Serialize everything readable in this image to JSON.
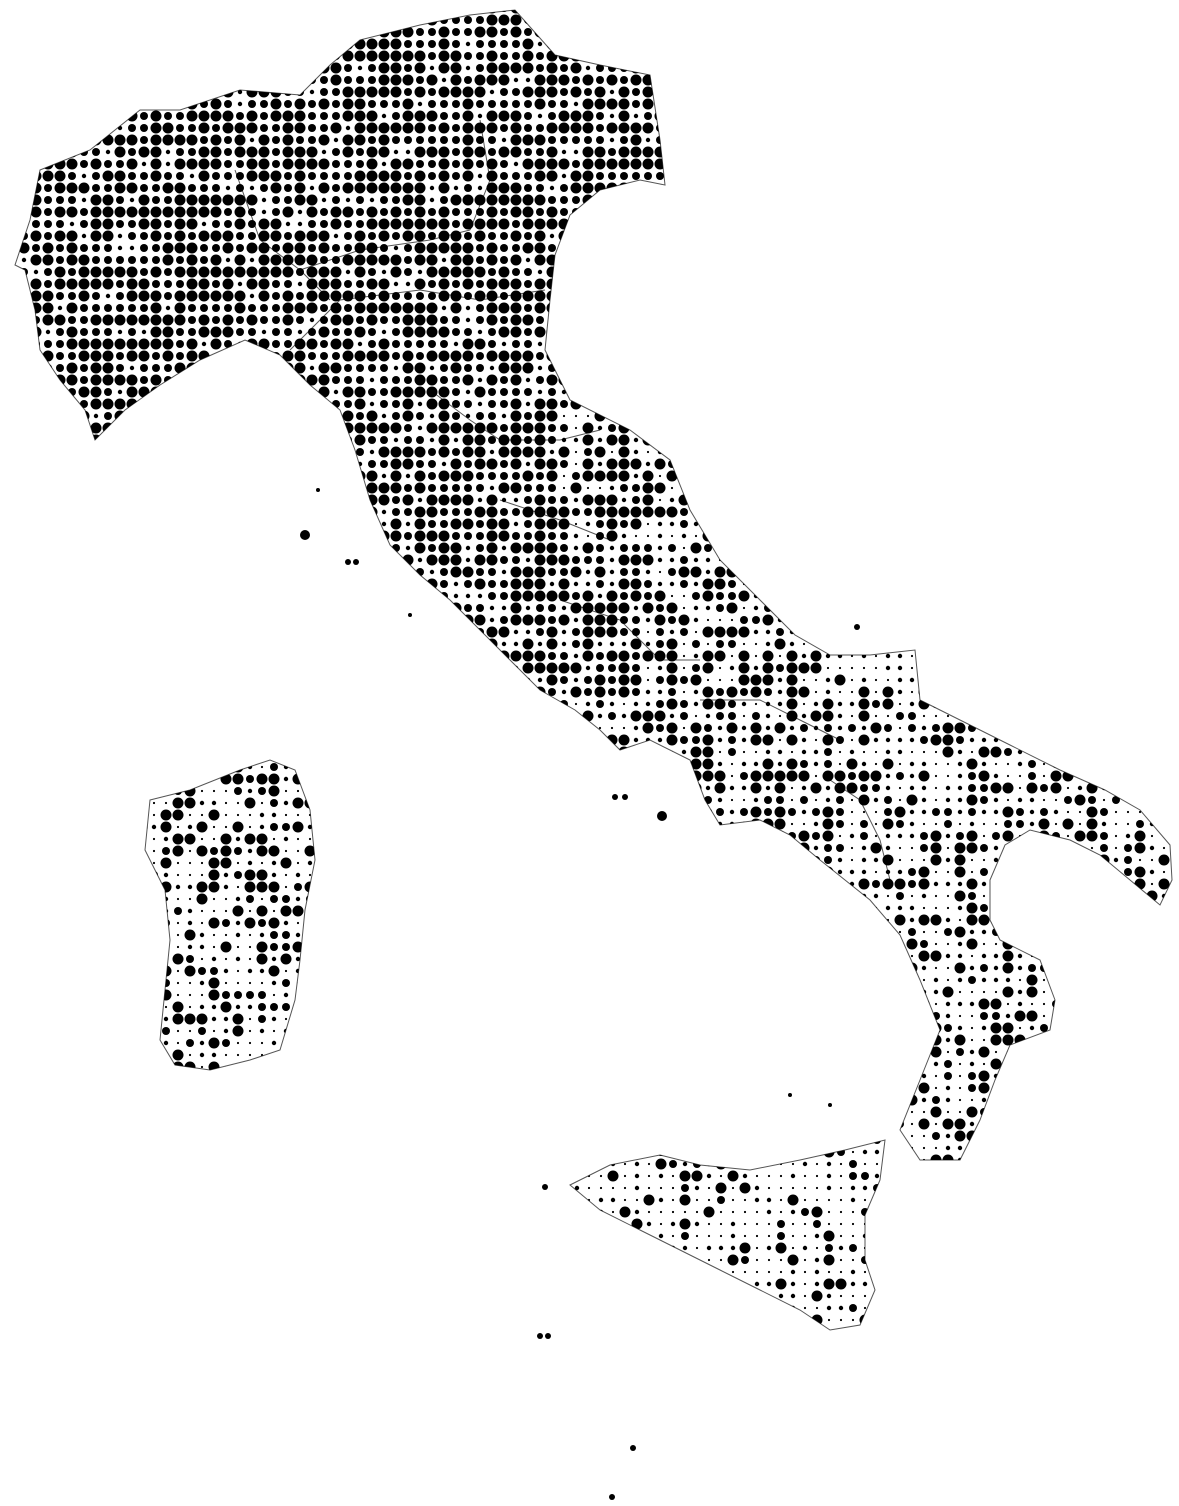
{
  "map": {
    "style": "halftone-dot-density",
    "dot_color": "#000000",
    "border_color": "#555555",
    "background_color": "#ffffff",
    "features": [
      {
        "name": "mainland",
        "dots": "density-by-region"
      },
      {
        "name": "sardinia",
        "dots": "mixed"
      },
      {
        "name": "sicily",
        "dots": "mostly-sparse"
      },
      {
        "name": "small-islands",
        "dots": "sparse"
      }
    ]
  }
}
